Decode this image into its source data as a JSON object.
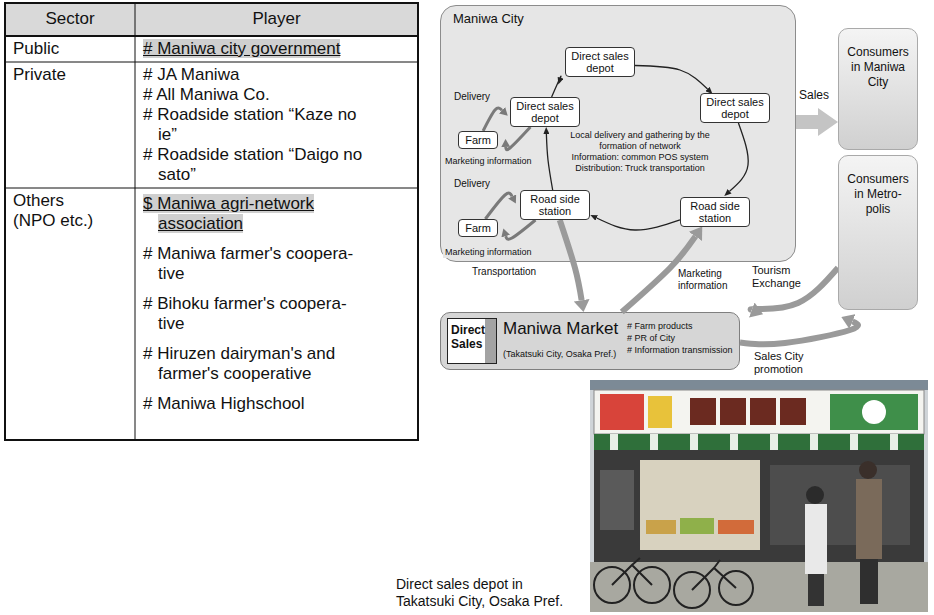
{
  "diagram": {
    "nodes": [
      {
        "text": [
          "Maniwa City"
        ]
      },
      {
        "text": [
          "Farm"
        ],
        "in": 0
      },
      {
        "text": [
          "Direct sales depot"
        ],
        "in": 0
      },
      {
        "text": [
          "Direct sales depot"
        ],
        "in": 0
      },
      {
        "text": [
          "Direct sales depot"
        ],
        "in": 0
      },
      {
        "text": [
          "Farm"
        ],
        "in": 0
      },
      {
        "text": [
          "Road side station"
        ],
        "in": 0
      },
      {
        "text": [
          "Road side station"
        ],
        "in": 0
      },
      {
        "text": [
          "Maniwa Market",
          "(Takatsuki City, Osaka Pref.)",
          "# Farm products",
          "# PR of City",
          "# Information transmission"
        ]
      },
      {
        "text": [
          "Direct Sales"
        ],
        "in": 8
      },
      {
        "text": [
          "Consumers in Maniwa City"
        ]
      },
      {
        "text": [
          "Consumers in Metro- polis"
        ]
      }
    ],
    "edges": [
      {
        "from": 1,
        "to": 3,
        "arrow": "to",
        "label": "Delivery"
      },
      {
        "from": 3,
        "to": 1,
        "arrow": "to",
        "label": "Marketing information"
      },
      {
        "from": 5,
        "to": 6,
        "arrow": "to",
        "label": "Delivery"
      },
      {
        "from": 6,
        "to": 5,
        "arrow": "to",
        "label": "Marketing information"
      },
      {
        "from": 2,
        "to": 4,
        "arrow": "to"
      },
      {
        "from": 4,
        "to": 7,
        "arrow": "to"
      },
      {
        "from": 7,
        "to": 6,
        "arrow": "to"
      },
      {
        "from": 6,
        "to": 3,
        "arrow": "to"
      },
      {
        "from": 3,
        "to": 2,
        "arrow": "to"
      },
      {
        "from": 0,
        "to": 10,
        "arrow": "to",
        "label": "Sales"
      },
      {
        "from": 6,
        "to": 8,
        "arrow": "to",
        "label": "Transportation"
      },
      {
        "from": 8,
        "to": 7,
        "arrow": "to",
        "label": "Marketing information"
      },
      {
        "from": 11,
        "to": 8,
        "arrow": "to",
        "label": "Tourism Exchange"
      },
      {
        "from": 8,
        "to": 11,
        "arrow": "to",
        "label": "Sales City promotion"
      }
    ],
    "labels": [
      "Sector",
      "Player",
      "Public",
      "# Maniwa city government",
      "Private",
      "# JA Maniwa",
      "# All Maniwa Co.",
      "# Roadside station “Kaze no ie”",
      "# Roadside station “Daigo no sato”",
      "Others (NPO etc.)",
      "$ Maniwa agri-network association",
      "# Maniwa farmer's coopera- tive",
      "# Bihoku farmer's coopera- tive",
      "# Hiruzen dairyman's and farmer's cooperative",
      "# Maniwa Highschool",
      "Local delivery and gathering by the formation of network",
      "Information: common POS system",
      "Distribution: Truck transportation",
      "Direct sales depot in Takatsuki City, Osaka Pref."
    ]
  }
}
